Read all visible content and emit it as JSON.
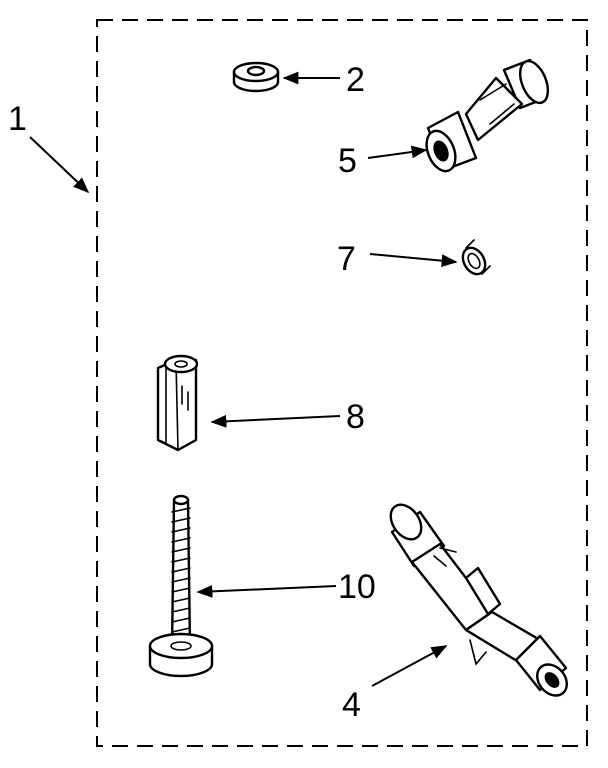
{
  "diagram": {
    "callouts": [
      {
        "id": "kit",
        "label": "1"
      },
      {
        "id": "washer",
        "label": "2"
      },
      {
        "id": "hose-connector",
        "label": "5"
      },
      {
        "id": "clip",
        "label": "7"
      },
      {
        "id": "standoff",
        "label": "8"
      },
      {
        "id": "screw",
        "label": "10"
      },
      {
        "id": "bent-connector",
        "label": "4"
      }
    ]
  }
}
